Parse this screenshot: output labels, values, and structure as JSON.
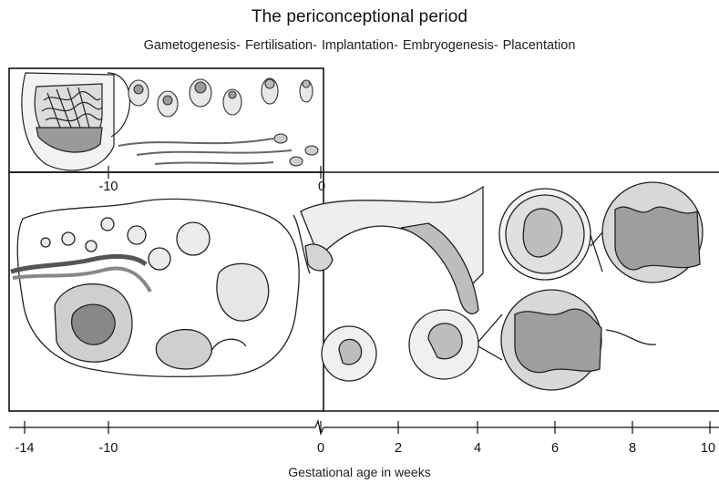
{
  "title": "The periconceptional period",
  "subtitle": "Gametogenesis- Fertilisation- Implantation- Embryogenesis- Placentation",
  "axis": {
    "label": "Gestational age in weeks",
    "ticks": [
      "-14",
      "-10",
      "0",
      "2",
      "4",
      "6",
      "8",
      "10"
    ]
  },
  "panel_labels": {
    "left_minus10": "-10",
    "center_zero": "0"
  }
}
